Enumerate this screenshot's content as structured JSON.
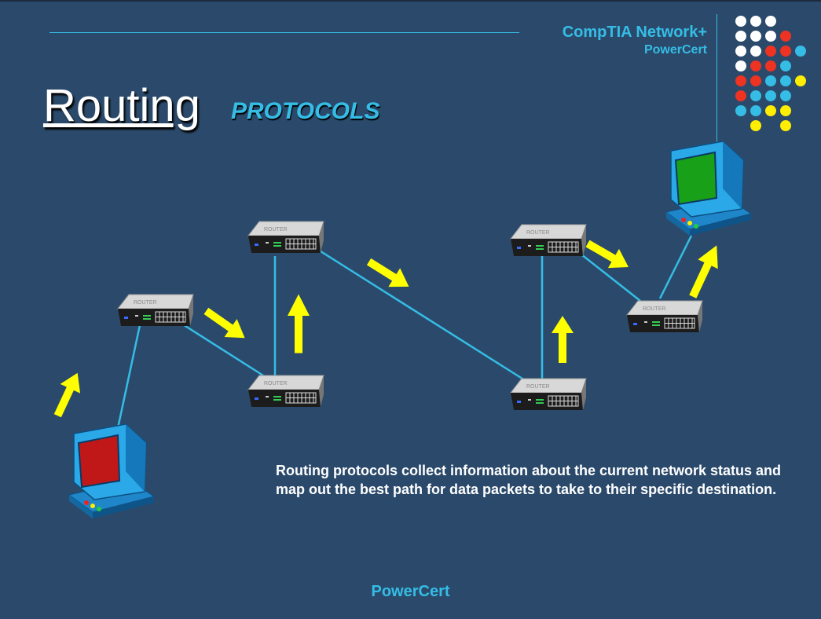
{
  "header": {
    "brand_title": "CompTIA Network+",
    "brand_subtitle": "PowerCert"
  },
  "slide": {
    "title": "Routing",
    "subtitle": "PROTOCOLS",
    "description": "Routing protocols collect information about the current network status and map out the best path for data packets to take to their specific destination."
  },
  "diagram": {
    "router_label": "ROUTER",
    "nodes": [
      {
        "id": "source-computer",
        "kind": "computer",
        "screen_color": "#c01818"
      },
      {
        "id": "router-1",
        "kind": "router"
      },
      {
        "id": "router-2",
        "kind": "router"
      },
      {
        "id": "router-3",
        "kind": "router"
      },
      {
        "id": "router-4",
        "kind": "router"
      },
      {
        "id": "router-5",
        "kind": "router"
      },
      {
        "id": "router-6",
        "kind": "router"
      },
      {
        "id": "destination-computer",
        "kind": "computer",
        "screen_color": "#18a018"
      }
    ],
    "links": [
      [
        "source-computer",
        "router-1"
      ],
      [
        "router-1",
        "router-3"
      ],
      [
        "router-2",
        "router-3"
      ],
      [
        "router-2",
        "router-5"
      ],
      [
        "router-4",
        "router-5"
      ],
      [
        "router-4",
        "router-6"
      ],
      [
        "router-6",
        "destination-computer"
      ]
    ],
    "path_arrows": [
      "source-computer>router-1",
      "router-1>router-3",
      "router-3>router-2",
      "router-2>router-5",
      "router-5>router-4",
      "router-4>router-6",
      "router-6>destination-computer"
    ]
  },
  "colors": {
    "background": "#2b4a6b",
    "accent": "#35bde6",
    "arrow": "#ffff00",
    "dots": [
      "#ffffff",
      "#ee3322",
      "#35bde6",
      "#ffee00"
    ]
  },
  "footer": {
    "text": "PowerCert"
  }
}
